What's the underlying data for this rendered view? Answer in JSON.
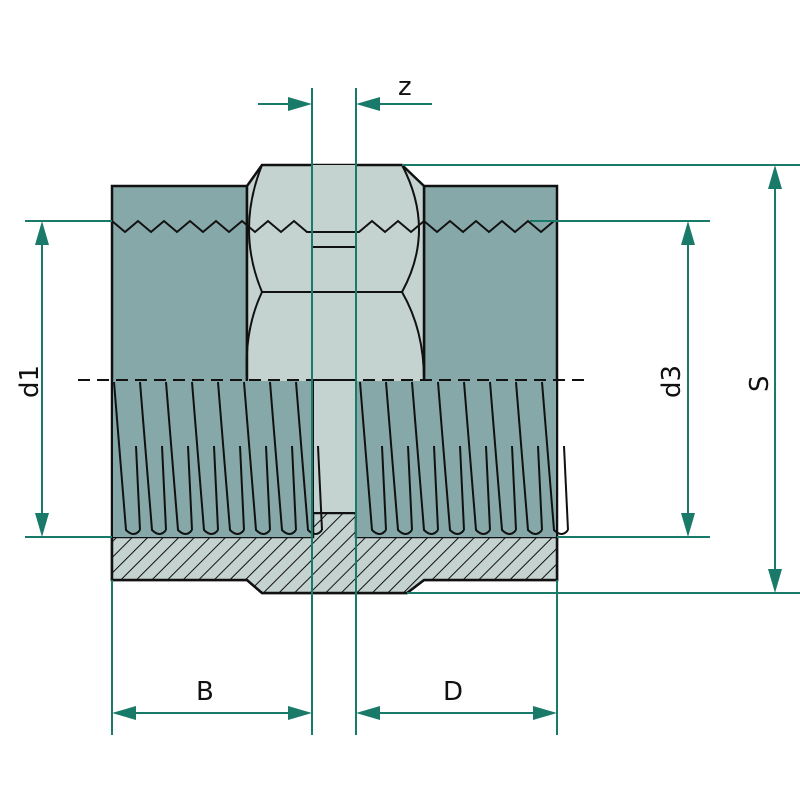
{
  "labels": {
    "z": "z",
    "S": "S",
    "d1": "d1",
    "d3": "d3",
    "B": "B",
    "D": "D"
  },
  "colors": {
    "body": "#86a8a8",
    "hex": "#c4d2d0",
    "dimension": "#1a7a6a",
    "outline": "#111111"
  }
}
